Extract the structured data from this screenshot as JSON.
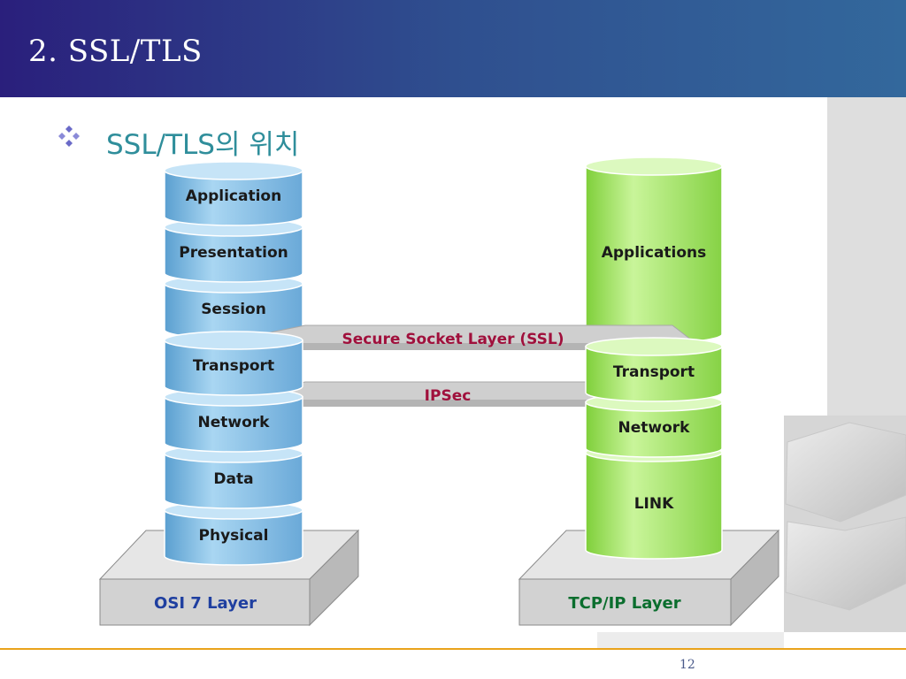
{
  "slide": {
    "title": "2. SSL/TLS",
    "bullet_text": "SSL/TLS의 위치",
    "page_number": "12"
  },
  "osi": {
    "base_label": "OSI 7 Layer",
    "layers": [
      "Application",
      "Presentation",
      "Session",
      "Transport",
      "Network",
      "Data",
      "Physical"
    ]
  },
  "tcpip": {
    "base_label": "TCP/IP Layer",
    "layers": [
      "Applications",
      "Transport",
      "Network",
      "LINK"
    ]
  },
  "bridges": {
    "ssl_label": "Secure  Socket Layer (SSL)",
    "ipsec_label": "IPSec"
  },
  "colors": {
    "header_start": "#2a1f7c",
    "header_end": "#33689c",
    "bullet_text": "#2f8e9b",
    "osi_cylinder": "#8fc3e6",
    "tcpip_cylinder": "#a8e66a",
    "bridge_label": "#a0103c",
    "base_label_osi": "#1f3fa0",
    "base_label_tcpip": "#0b6e2e",
    "footer_line": "#e9a31b"
  }
}
